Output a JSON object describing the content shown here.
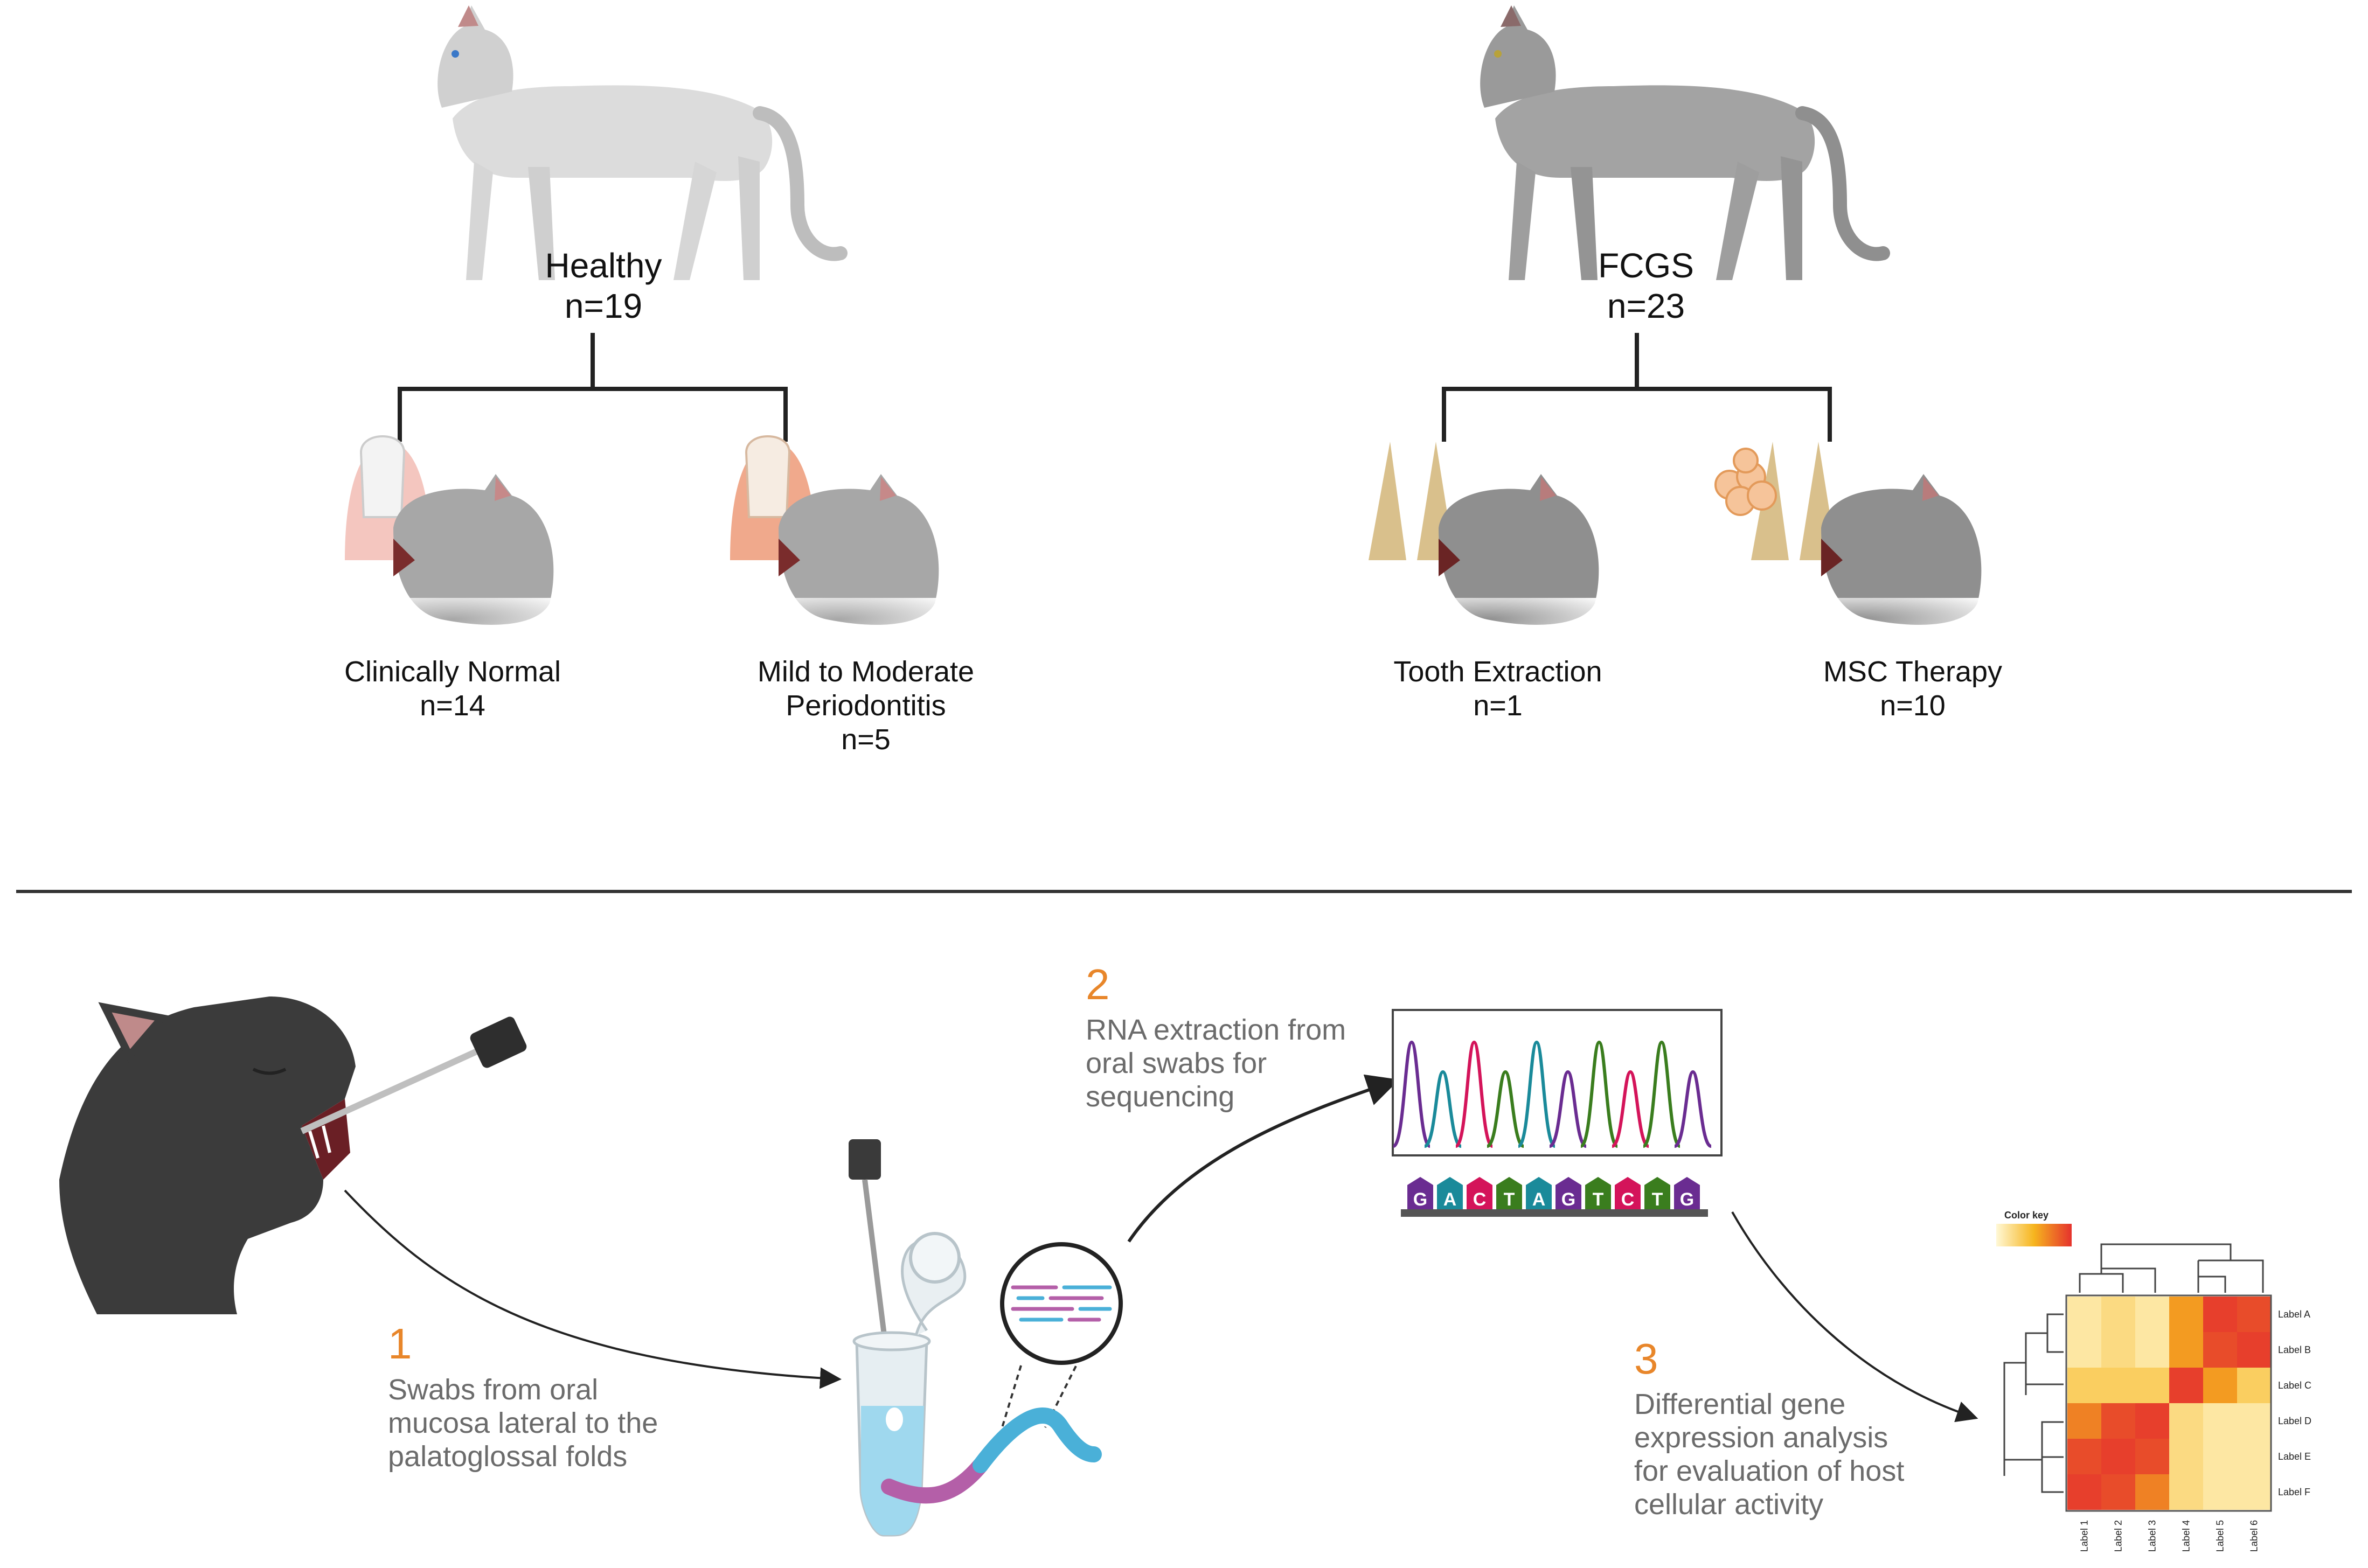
{
  "top": {
    "healthy": {
      "title": "Healthy",
      "n": "n=19"
    },
    "fcgs": {
      "title": "FCGS",
      "n": "n=23"
    },
    "groups": [
      {
        "lines": [
          "Clinically Normal",
          "n=14"
        ]
      },
      {
        "lines": [
          "Mild to Moderate",
          "Periodontitis",
          "n=5"
        ]
      },
      {
        "lines": [
          "Tooth Extraction",
          "n=1"
        ]
      },
      {
        "lines": [
          "MSC Therapy",
          "n=10"
        ]
      }
    ]
  },
  "steps": [
    {
      "number": "1",
      "lines": [
        "Swabs from oral",
        "mucosa lateral to the",
        "palatoglossal folds"
      ]
    },
    {
      "number": "2",
      "lines": [
        "RNA extraction from",
        "oral swabs for",
        "sequencing"
      ]
    },
    {
      "number": "3",
      "lines": [
        "Differential gene",
        "expression analysis",
        "for evaluation of host",
        "cellular activity"
      ]
    }
  ],
  "sequence": {
    "bases": [
      "G",
      "A",
      "C",
      "T",
      "A",
      "G",
      "T",
      "C",
      "T",
      "G"
    ],
    "base_colors": {
      "G": "#6a2c91",
      "A": "#1a8a9a",
      "C": "#d4145a",
      "T": "#3a7d1e"
    }
  },
  "heatmap": {
    "color_key_label": "Color key",
    "row_labels": [
      "Label A",
      "Label B",
      "Label C",
      "Label D",
      "Label E",
      "Label F"
    ],
    "col_labels": [
      "Label 1",
      "Label 2",
      "Label 3",
      "Label 4",
      "Label 5",
      "Label 6"
    ],
    "values": [
      [
        0.1,
        0.2,
        0.1,
        0.6,
        0.95,
        0.9
      ],
      [
        0.1,
        0.2,
        0.1,
        0.6,
        0.9,
        0.95
      ],
      [
        0.3,
        0.3,
        0.3,
        0.95,
        0.6,
        0.3
      ],
      [
        0.7,
        0.9,
        0.95,
        0.2,
        0.1,
        0.1
      ],
      [
        0.9,
        0.95,
        0.9,
        0.2,
        0.1,
        0.1
      ],
      [
        0.95,
        0.9,
        0.7,
        0.2,
        0.1,
        0.1
      ]
    ]
  },
  "colors": {
    "accent": "#e8862a",
    "step_text": "#6b6b6b",
    "cat_light": "#dcdcdc",
    "cat_gray": "#a3a3a3",
    "cat_dark": "#3b3b3b",
    "bone": "#d9c08c",
    "swab_pink": "#b45fa8",
    "swab_blue": "#4ab0d8",
    "heat_low": "#fff3c4",
    "heat_mid": "#f6b51e",
    "heat_high": "#e5322d"
  }
}
